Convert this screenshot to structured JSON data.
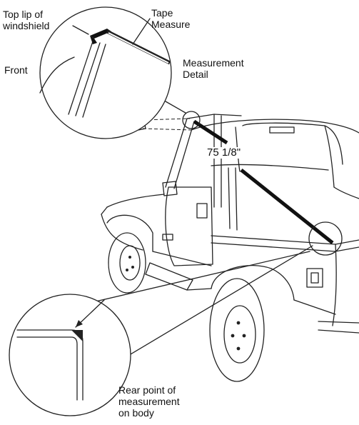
{
  "labels": {
    "top_lip": "Top lip of\nwindshield",
    "tape_measure": "Tape\nMeasure",
    "front": "Front",
    "measurement_detail": "Measurement\nDetail",
    "measurement_value": "75 1/8\"",
    "rear_point": "Rear point of\nmeasurement\non body"
  }
}
